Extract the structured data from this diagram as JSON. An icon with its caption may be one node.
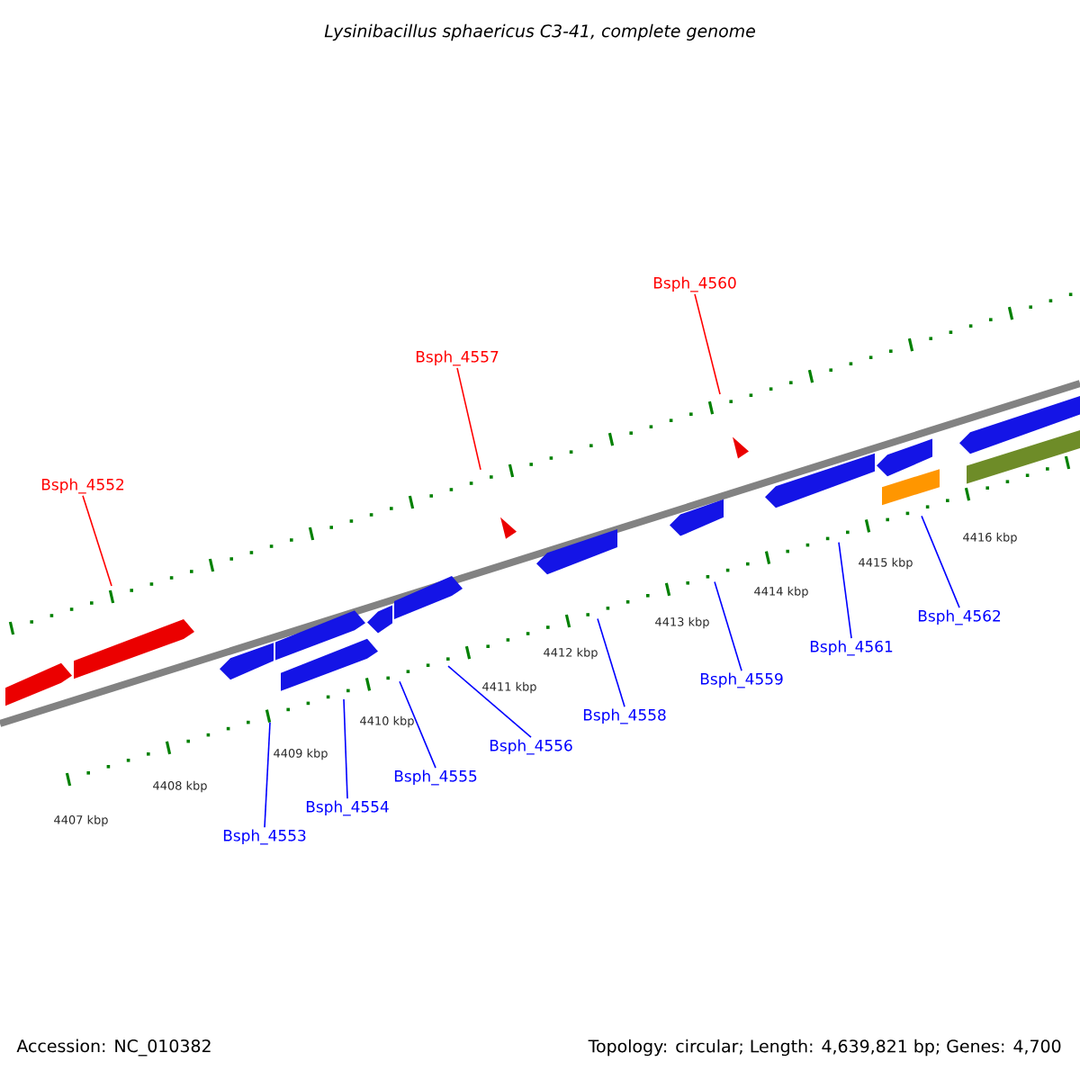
{
  "diagram": {
    "title": "*Lysinibacillus sphaericus* *C3-41, complete genome*",
    "nodes": [
      {
        "text": [
          "Bsph_4552"
        ]
      },
      {
        "text": [
          "Bsph_4557"
        ]
      },
      {
        "text": [
          "Bsph_4560"
        ]
      },
      {
        "text": [
          "Bsph_4553"
        ]
      },
      {
        "text": [
          "Bsph_4554"
        ]
      },
      {
        "text": [
          "Bsph_4555"
        ]
      },
      {
        "text": [
          "Bsph_4556"
        ]
      },
      {
        "text": [
          "Bsph_4558"
        ]
      },
      {
        "text": [
          "Bsph_4559"
        ]
      },
      {
        "text": [
          "Bsph_4561"
        ]
      },
      {
        "text": [
          "Bsph_4562"
        ]
      }
    ],
    "edges": [
      {
        "from": 0,
        "to": null,
        "arrow": "none",
        "color": "#ff0000"
      },
      {
        "from": 1,
        "to": null,
        "arrow": "none",
        "color": "#ff0000"
      },
      {
        "from": 2,
        "to": null,
        "arrow": "none",
        "color": "#ff0000"
      },
      {
        "from": 3,
        "to": null,
        "arrow": "none"
      },
      {
        "from": 4,
        "to": null,
        "arrow": "none"
      },
      {
        "from": 5,
        "to": null,
        "arrow": "none"
      },
      {
        "from": 6,
        "to": null,
        "arrow": "none"
      },
      {
        "from": 7,
        "to": null,
        "arrow": "none"
      },
      {
        "from": 8,
        "to": null,
        "arrow": "none"
      },
      {
        "from": 9,
        "to": null,
        "arrow": "none"
      },
      {
        "from": 10,
        "to": null,
        "arrow": "none"
      }
    ],
    "labels": [
      "4407 kbp",
      "4408 kbp",
      "4409 kbp",
      "4410 kbp",
      "4411 kbp",
      "4412 kbp",
      "4413 kbp",
      "4414 kbp",
      "4415 kbp",
      "4416 kbp",
      "Accession: NC_010382",
      "Topology: circular; Length: 4,639,821 bp; Genes: 4,700"
    ]
  }
}
